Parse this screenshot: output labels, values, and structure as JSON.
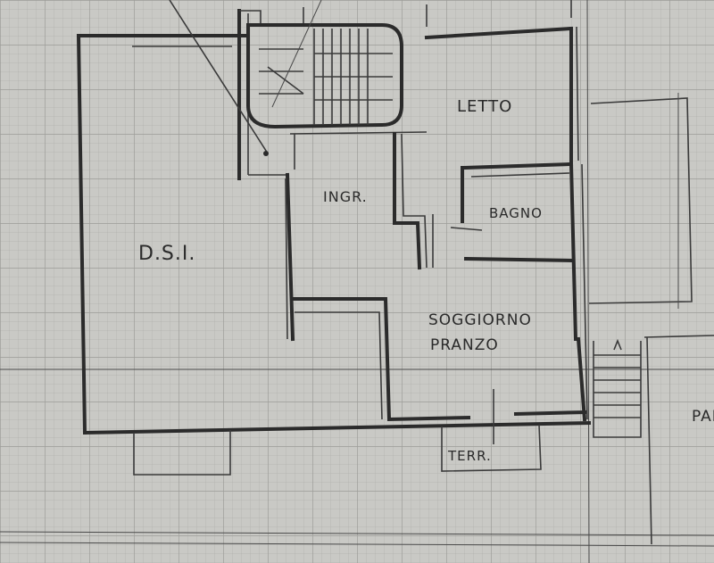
{
  "labels": {
    "dsi": "D.S.I.",
    "letto": "LETTO",
    "ingresso": "INGR.",
    "bagno": "BAGNO",
    "soggiorno_line1": "SOGGIORNO",
    "soggiorno_line2": "PRANZO",
    "terrazzo": "TERR.",
    "parcheggio_partial": "PAR"
  },
  "colors": {
    "paper": "#c9c9c5",
    "grid_minor": "#b2b2ae",
    "grid_major": "#9c9c98",
    "ink": "#2b2b2b"
  }
}
